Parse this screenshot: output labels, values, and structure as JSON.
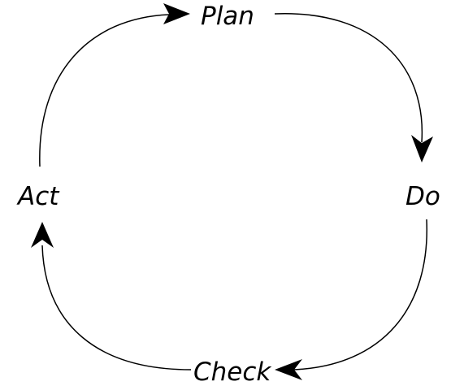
{
  "diagram": {
    "type": "cycle",
    "stages": [
      {
        "label": "Plan"
      },
      {
        "label": "Do"
      },
      {
        "label": "Check"
      },
      {
        "label": "Act"
      }
    ],
    "flow": [
      "Plan",
      "Do",
      "Check",
      "Act",
      "Plan"
    ],
    "direction": "clockwise",
    "colors": {
      "line": "#000000",
      "text": "#000000",
      "background": "#ffffff"
    }
  }
}
